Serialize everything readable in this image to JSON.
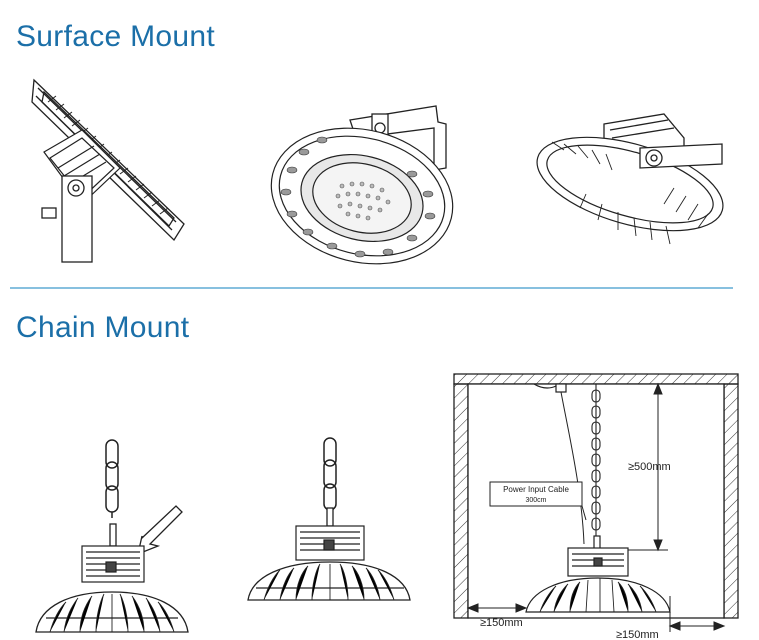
{
  "colors": {
    "accent": "#1b6fa8",
    "divider": "#87c0df",
    "line": "#222222"
  },
  "sections": {
    "surface": {
      "title": "Surface Mount"
    },
    "chain": {
      "title": "Chain Mount"
    }
  },
  "diagram": {
    "cable_label": "Power Input Cable",
    "cable_length": "300cm",
    "height_clearance": "≥500mm",
    "side_clearance_left": "≥150mm",
    "side_clearance_bottom": "≥150mm"
  }
}
